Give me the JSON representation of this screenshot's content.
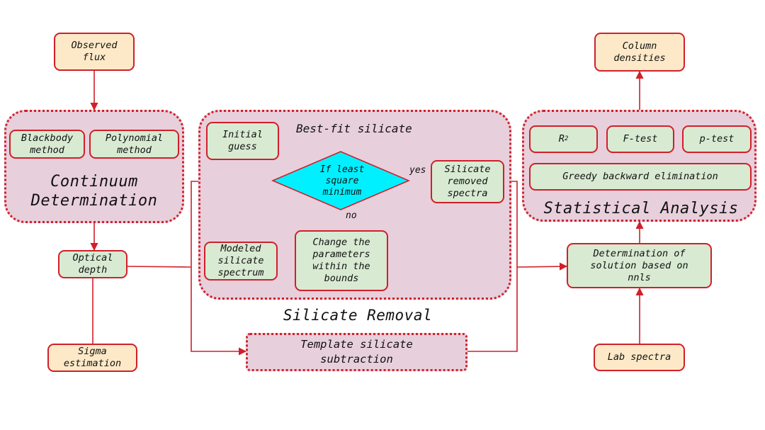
{
  "colors": {
    "line": "#d0202a",
    "group_fill": "#e8cfdc",
    "input_fill": "#fde9c8",
    "step_fill": "#d8ead2",
    "decision_fill": "#00f0ff"
  },
  "nodes": {
    "observed_flux": "Observed\nflux",
    "blackbody_method": "Blackbody\nmethod",
    "polynomial_method": "Polynomial\nmethod",
    "continuum_title": "Continuum\nDetermination",
    "optical_depth": "Optical\ndepth",
    "sigma_estimation": "Sigma\nestimation",
    "best_fit_title": "Best-fit silicate",
    "initial_guess": "Initial\nguess",
    "decision": "If least\nsquare\nminimum",
    "yes_label": "yes",
    "no_label": "no",
    "silicate_removed": "Silicate\nremoved\nspectra",
    "change_params": "Change the\nparameters\nwithin the\nbounds",
    "modeled_silicate": "Modeled\nsilicate\nspectrum",
    "silicate_removal_title": "Silicate Removal",
    "template_subtraction": "Template silicate\nsubtraction",
    "column_densities": "Column\ndensities",
    "r2_base": "R",
    "r2_sup": "2",
    "f_test": "F-test",
    "p_test": "p-test",
    "greedy": "Greedy backward elimination",
    "statistical_title": "Statistical Analysis",
    "determination": "Determination of\nsolution based on\nnnls",
    "lab_spectra": "Lab spectra"
  }
}
